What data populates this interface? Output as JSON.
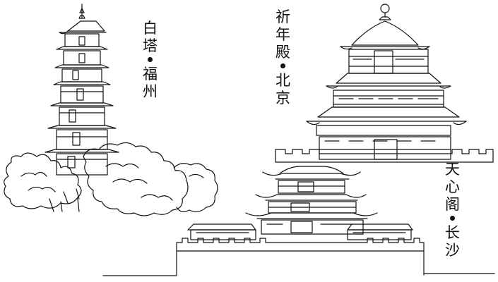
{
  "colors": {
    "ink": "#111111",
    "background": "#ffffff"
  },
  "landmarks": [
    {
      "name": "白塔",
      "city": "福州"
    },
    {
      "name": "祈年殿",
      "city": "北京"
    },
    {
      "name": "天心阁",
      "city": "长沙"
    }
  ]
}
